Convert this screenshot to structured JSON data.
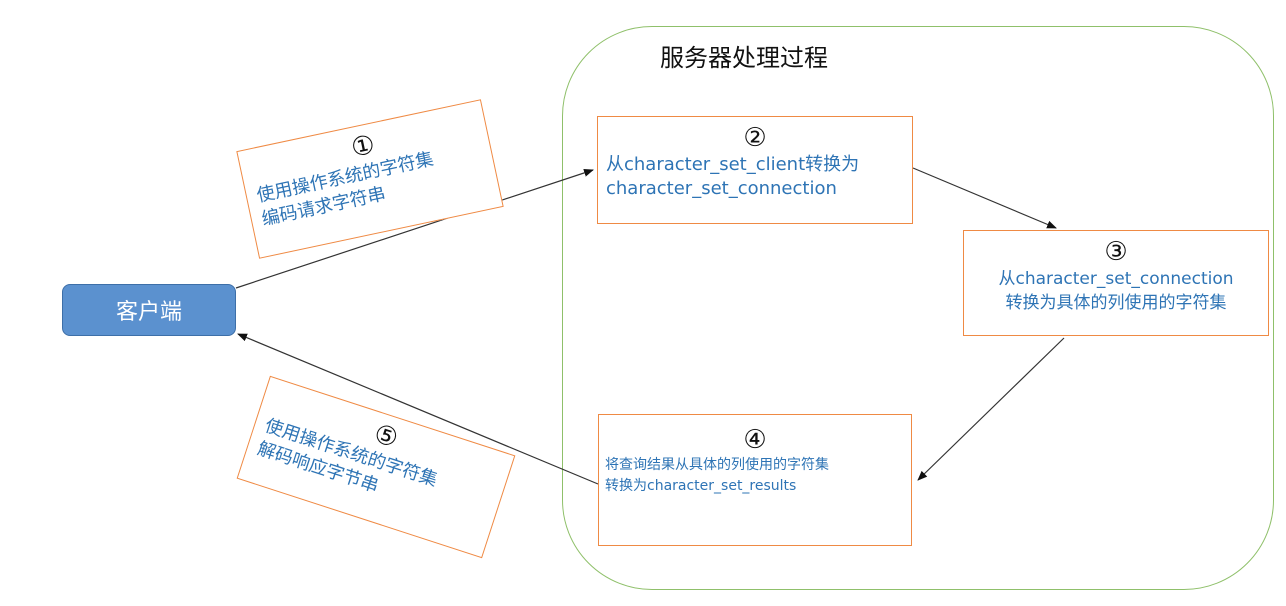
{
  "server": {
    "title": "服务器处理过程"
  },
  "client": {
    "label": "客户端"
  },
  "steps": {
    "s1": {
      "num": "①",
      "lines": [
        "使用操作系统的字符集",
        "编码请求字符串"
      ]
    },
    "s2": {
      "num": "②",
      "lines": [
        "从character_set_client转换为",
        "character_set_connection"
      ]
    },
    "s3": {
      "num": "③",
      "lines": [
        "从character_set_connection",
        "转换为具体的列使用的字符集"
      ]
    },
    "s4": {
      "num": "④",
      "lines": [
        "将查询结果从具体的列使用的字符集",
        "转换为character_set_results"
      ]
    },
    "s5": {
      "num": "⑤",
      "lines": [
        "使用操作系统的字符集",
        "解码响应字节串"
      ]
    }
  },
  "colors": {
    "region_border": "#8fc06a",
    "box_border": "#ef8a44",
    "text_blue": "#2e74b5",
    "client_fill": "#5b91cf"
  }
}
